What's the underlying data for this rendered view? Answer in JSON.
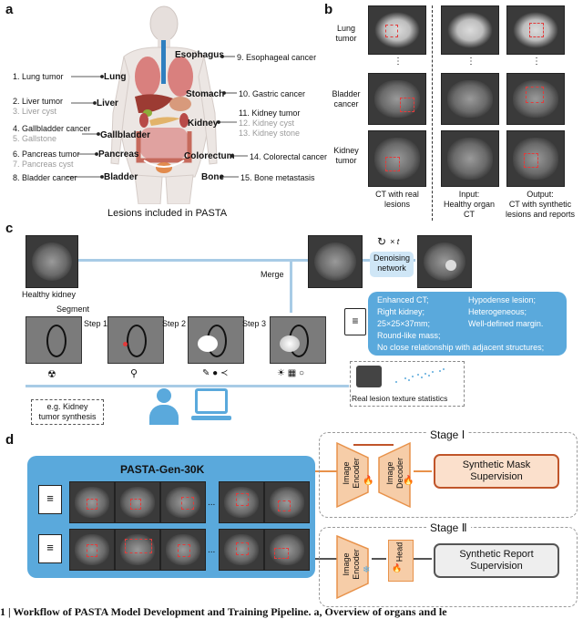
{
  "panel_labels": {
    "a": "a",
    "b": "b",
    "c": "c",
    "d": "d"
  },
  "panel_a": {
    "left_items": [
      {
        "text": "1. Lung tumor",
        "gray": false
      },
      {
        "text": "2. Liver tumor",
        "gray": false
      },
      {
        "text": "3. Liver cyst",
        "gray": true
      },
      {
        "text": "4. Gallbladder cancer",
        "gray": false
      },
      {
        "text": "5. Gallstone",
        "gray": true
      },
      {
        "text": "6. Pancreas tumor",
        "gray": false
      },
      {
        "text": "7. Pancreas cyst",
        "gray": true
      },
      {
        "text": "8. Bladder cancer",
        "gray": false
      }
    ],
    "right_items": [
      {
        "text": "9. Esophageal cancer",
        "gray": false
      },
      {
        "text": "10. Gastric cancer",
        "gray": false
      },
      {
        "text": "11. Kidney tumor",
        "gray": false
      },
      {
        "text": "12. Kidney cyst",
        "gray": true
      },
      {
        "text": "13. Kidney stone",
        "gray": true
      },
      {
        "text": "14. Colorectal cancer",
        "gray": false
      },
      {
        "text": "15. Bone metastasis",
        "gray": false
      }
    ],
    "organs": {
      "esophagus": "Esophagus",
      "lung": "Lung",
      "liver": "Liver",
      "stomach": "Stomach",
      "kidney": "Kidney",
      "gallbladder": "Gallbladder",
      "pancreas": "Pancreas",
      "colorectum": "Colorectum",
      "bladder": "Bladder",
      "bone": "Bone"
    },
    "caption": "Lesions included in PASTA"
  },
  "panel_b": {
    "row_labels": [
      "Lung\ntumor",
      "Bladder\ncancer",
      "Kidney\ntumor"
    ],
    "col1_caption": "CT with real\nlesions",
    "col2_caption": "Input:\nHealthy organ\nCT",
    "col3_caption": "Output:\nCT with synthetic\nlesions and reports",
    "ellipsis": "⋮"
  },
  "panel_c": {
    "healthy_kidney": "Healthy kidney",
    "segment": "Segment",
    "step1": "Step 1",
    "step2": "Step 2",
    "step3": "Step 3",
    "merge": "Merge",
    "times_t": "× t",
    "denoising": "Denoising\nnetwork",
    "report_items": [
      "Enhanced CT;",
      "Hypodense lesion;",
      "Right kidney;",
      "Heterogeneous;",
      "25×25×37mm;",
      "Well-defined margin.",
      "Round-like mass;",
      "No close relationship with adjacent structures;"
    ],
    "example": "e.g. Kidney\ntumor synthesis",
    "texture_caption": "Real lesion texture statistics"
  },
  "panel_d": {
    "dataset": "PASTA-Gen-30K",
    "stage1": "Stage Ⅰ",
    "stage2": "Stage Ⅱ",
    "image_encoder": "Image\nEncoder",
    "image_decoder": "Image\nDecoder",
    "head": "Head",
    "mask_sup": "Synthetic Mask\nSupervision",
    "report_sup": "Synthetic Report\nSupervision",
    "ellipsis": "..."
  },
  "caption_line": "1 | Workflow of PASTA Model Development and Training Pipeline. a, Overview of organs and le",
  "colors": {
    "accent_blue": "#5aa9dc",
    "light_blue": "#cfe6f6",
    "orange": "#e8924a",
    "mask_border": "#c0552a"
  }
}
